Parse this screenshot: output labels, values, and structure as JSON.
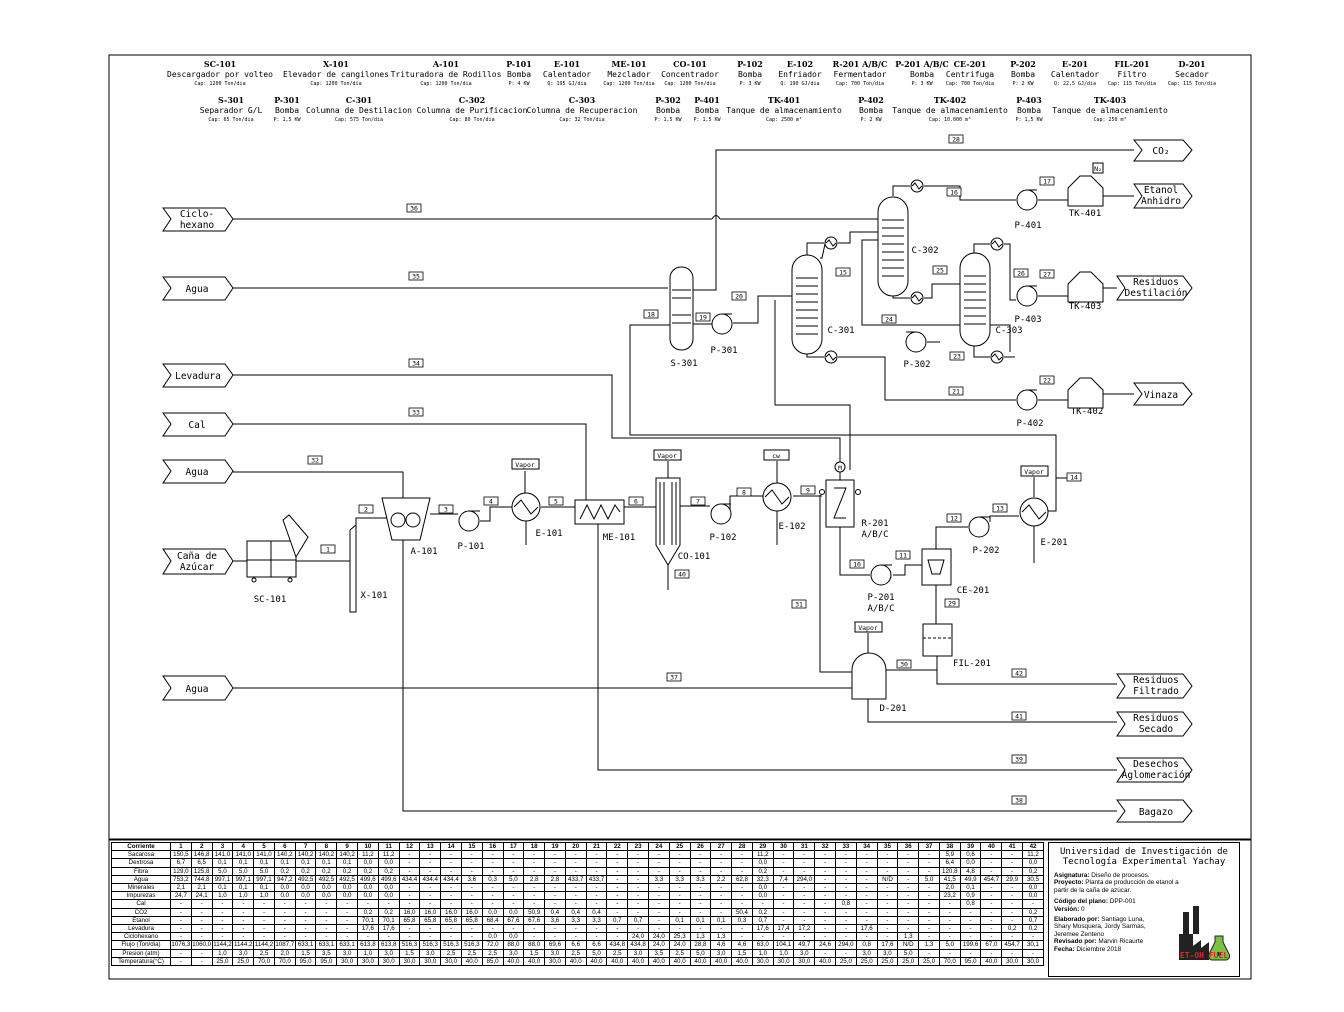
{
  "header": {
    "row1": [
      {
        "tag": "SC-101",
        "desc": "Descargador por volteo",
        "cap": "Cap: 1200 Ton/dia"
      },
      {
        "tag": "X-101",
        "desc": "Elevador de cangilones",
        "cap": "Cap: 1200 Ton/dia"
      },
      {
        "tag": "A-101",
        "desc": "Trituradora de Rodillos",
        "cap": "Cap: 1200 Ton/dia"
      },
      {
        "tag": "P-101",
        "desc": "Bomba",
        "cap": "P: 4 KW"
      },
      {
        "tag": "E-101",
        "desc": "Calentador",
        "cap": "Q: 195 GJ/dia"
      },
      {
        "tag": "ME-101",
        "desc": "Mezclador",
        "cap": "Cap: 1200 Ton/dia"
      },
      {
        "tag": "CO-101",
        "desc": "Concentrador",
        "cap": "Cap: 1200 Ton/dia"
      },
      {
        "tag": "P-102",
        "desc": "Bomba",
        "cap": "P: 3 KW"
      },
      {
        "tag": "E-102",
        "desc": "Enfriador",
        "cap": "Q: 190 GJ/dia"
      },
      {
        "tag": "R-201 A/B/C",
        "desc": "Fermentador",
        "cap": "Cap: 700 Ton/dia"
      },
      {
        "tag": "P-201 A/B/C",
        "desc": "Bomba",
        "cap": "P: 3 KW"
      },
      {
        "tag": "CE-201",
        "desc": "Centrifuga",
        "cap": "Cap: 700 Ton/dia"
      },
      {
        "tag": "P-202",
        "desc": "Bomba",
        "cap": "P: 2 KW"
      },
      {
        "tag": "E-201",
        "desc": "Calentador",
        "cap": "Q: 22,5 GJ/dia"
      },
      {
        "tag": "FIL-201",
        "desc": "Filtro",
        "cap": "Cap: 115 Ton/dia"
      },
      {
        "tag": "D-201",
        "desc": "Secador",
        "cap": "Cap: 115 Ton/dia"
      }
    ],
    "row2": [
      {
        "tag": "S-301",
        "desc": "Separador G/L",
        "cap": "Cap: 65 Ton/dia"
      },
      {
        "tag": "P-301",
        "desc": "Bomba",
        "cap": "P: 1,5 KW"
      },
      {
        "tag": "C-301",
        "desc": "Columna de Destilacion",
        "cap": "Cap: 575 Ton/dia"
      },
      {
        "tag": "C-302",
        "desc": "Columna de Purificacion",
        "cap": "Cap: 80 Ton/dia"
      },
      {
        "tag": "C-303",
        "desc": "Columna de Recuperacion",
        "cap": "Cap: 32 Ton/dia"
      },
      {
        "tag": "P-302",
        "desc": "Bomba",
        "cap": "P: 1,5 KW"
      },
      {
        "tag": "P-401",
        "desc": "Bomba",
        "cap": "P: 1,5 KW"
      },
      {
        "tag": "TK-401",
        "desc": "Tanque de almacenamiento",
        "cap": "Cap: 2500 m³"
      },
      {
        "tag": "P-402",
        "desc": "Bomba",
        "cap": "P: 2 KW"
      },
      {
        "tag": "TK-402",
        "desc": "Tanque de almacenamiento",
        "cap": "Cap: 10.000 m³"
      },
      {
        "tag": "P-403",
        "desc": "Bomba",
        "cap": "P: 1,5 KW"
      },
      {
        "tag": "TK-403",
        "desc": "Tanque de almacenamiento",
        "cap": "Cap: 250 m³"
      }
    ]
  },
  "inputs": {
    "ciclohexano_1": "Ciclo-",
    "ciclohexano_2": "hexano",
    "agua_top": "Agua",
    "levadura": "Levadura",
    "cal": "Cal",
    "agua_mid": "Agua",
    "cana_1": "Caña de",
    "cana_2": "Azúcar",
    "agua_bottom": "Agua"
  },
  "outputs": {
    "co2": "CO₂",
    "etanol_1": "Etanol",
    "etanol_2": "Anhidro",
    "residuos_dest_1": "Residuos",
    "residuos_dest_2": "Destilación",
    "vinaza": "Vinaza",
    "residuos_filt_1": "Residuos",
    "residuos_filt_2": "Filtrado",
    "residuos_sec_1": "Residuos",
    "residuos_sec_2": "Secado",
    "desechos_1": "Desechos",
    "desechos_2": "Aglomeración",
    "bagazo": "Bagazo"
  },
  "equipment_labels": {
    "sc101": "SC-101",
    "x101": "X-101",
    "a101": "A-101",
    "p101": "P-101",
    "e101": "E-101",
    "me101": "ME-101",
    "co101": "CO-101",
    "p102": "P-102",
    "e102": "E-102",
    "r201_1": "R-201",
    "r201_2": "A/B/C",
    "p201_1": "P-201",
    "p201_2": "A/B/C",
    "ce201": "CE-201",
    "p202": "P-202",
    "e201": "E-201",
    "fil201": "FIL-201",
    "d201": "D-201",
    "s301": "S-301",
    "p301": "P-301",
    "c301": "C-301",
    "c302": "C-302",
    "c303": "C-303",
    "p302": "P-302",
    "p401": "P-401",
    "tk401": "TK-401",
    "p402": "P-402",
    "tk402": "TK-402",
    "p403": "P-403",
    "tk403": "TK-403"
  },
  "utility_tags": {
    "vapor": "Vapor",
    "cw": "cw",
    "n2": "N₂",
    "motor": "M"
  },
  "streams": [
    "1",
    "2",
    "3",
    "4",
    "5",
    "6",
    "7",
    "8",
    "9",
    "10",
    "11",
    "12",
    "13",
    "14",
    "15",
    "16",
    "17",
    "18",
    "19",
    "20",
    "21",
    "22",
    "23",
    "24",
    "25",
    "26",
    "27",
    "28",
    "29",
    "30",
    "31",
    "32",
    "33",
    "34",
    "35",
    "36",
    "37",
    "38",
    "39",
    "40",
    "41",
    "42"
  ],
  "stream_table": {
    "header_label": "Corriente",
    "columns": [
      "1",
      "2",
      "3",
      "4",
      "5",
      "6",
      "7",
      "8",
      "9",
      "10",
      "11",
      "12",
      "13",
      "14",
      "15",
      "16",
      "17",
      "18",
      "19",
      "20",
      "21",
      "22",
      "23",
      "24",
      "25",
      "26",
      "27",
      "28",
      "29",
      "30",
      "31",
      "32",
      "33",
      "34",
      "35",
      "36",
      "37",
      "38",
      "39",
      "40",
      "41",
      "42"
    ],
    "rows": [
      {
        "label": "Sacarosa",
        "values": [
          "150,5",
          "146,8",
          "141,0",
          "141,0",
          "141,0",
          "140,2",
          "140,2",
          "140,2",
          "140,2",
          "11,2",
          "11,2",
          "-",
          "-",
          "-",
          "-",
          "-",
          "-",
          "-",
          "-",
          "-",
          "-",
          "-",
          "-",
          "-",
          "-",
          "-",
          "-",
          "-",
          "11,2",
          "-",
          "-",
          "-",
          "-",
          "-",
          "-",
          "-",
          "-",
          "5,9",
          "0,6",
          "-",
          "-",
          "11,2"
        ]
      },
      {
        "label": "Dextrosa",
        "values": [
          "6,7",
          "6,5",
          "0,1",
          "0,1",
          "0,1",
          "0,1",
          "0,1",
          "0,1",
          "0,1",
          "0,0",
          "0,0",
          "-",
          "-",
          "-",
          "-",
          "-",
          "-",
          "-",
          "-",
          "-",
          "-",
          "-",
          "-",
          "-",
          "-",
          "-",
          "-",
          "-",
          "0,0",
          "-",
          "-",
          "-",
          "-",
          "-",
          "-",
          "-",
          "-",
          "6,4",
          "0,0",
          "-",
          "-",
          "0,0"
        ]
      },
      {
        "label": "Fibra",
        "values": [
          "129,0",
          "125,8",
          "5,0",
          "5,0",
          "5,0",
          "0,2",
          "0,2",
          "0,2",
          "0,2",
          "0,2",
          "0,2",
          "-",
          "-",
          "-",
          "-",
          "-",
          "-",
          "-",
          "-",
          "-",
          "-",
          "-",
          "-",
          "-",
          "-",
          "-",
          "-",
          "-",
          "0,2",
          "-",
          "-",
          "-",
          "-",
          "-",
          "-",
          "-",
          "-",
          "120,8",
          "4,8",
          "-",
          "-",
          "0,2"
        ]
      },
      {
        "label": "Agua",
        "values": [
          "753,2",
          "744,8",
          "997,1",
          "997,1",
          "997,1",
          "947,2",
          "492,5",
          "492,5",
          "492,5",
          "499,6",
          "499,6",
          "434,4",
          "434,4",
          "434,4",
          "3,6",
          "0,3",
          "5,0",
          "2,8",
          "2,8",
          "433,7",
          "433,7",
          "-",
          "-",
          "3,3",
          "3,3",
          "3,3",
          "2,2",
          "62,8",
          "32,3",
          "7,4",
          "294,0",
          "-",
          "-",
          "-",
          "N/D",
          "-",
          "5,0",
          "41,5",
          "49,9",
          "454,7",
          "29,9",
          "30,5"
        ]
      },
      {
        "label": "Minerales",
        "values": [
          "2,1",
          "2,1",
          "0,1",
          "0,1",
          "0,1",
          "0,0",
          "0,0",
          "0,0",
          "0,0",
          "0,0",
          "0,0",
          "-",
          "-",
          "-",
          "-",
          "-",
          "-",
          "-",
          "-",
          "-",
          "-",
          "-",
          "-",
          "-",
          "-",
          "-",
          "-",
          "-",
          "0,0",
          "-",
          "-",
          "-",
          "-",
          "-",
          "-",
          "-",
          "-",
          "2,0",
          "0,1",
          "-",
          "-",
          "0,0"
        ]
      },
      {
        "label": "Impurezas",
        "values": [
          "24,7",
          "24,1",
          "1,0",
          "1,0",
          "1,0",
          "0,0",
          "0,0",
          "0,0",
          "0,0",
          "0,0",
          "0,0",
          "-",
          "-",
          "-",
          "-",
          "-",
          "-",
          "-",
          "-",
          "-",
          "-",
          "-",
          "-",
          "-",
          "-",
          "-",
          "-",
          "-",
          "0,0",
          "-",
          "-",
          "-",
          "-",
          "-",
          "-",
          "-",
          "-",
          "23,2",
          "0,9",
          "-",
          "-",
          "0,0"
        ]
      },
      {
        "label": "Cal",
        "values": [
          "-",
          "-",
          "-",
          "-",
          "-",
          "-",
          "-",
          "-",
          "-",
          "-",
          "-",
          "-",
          "-",
          "-",
          "-",
          "-",
          "-",
          "-",
          "-",
          "-",
          "-",
          "-",
          "-",
          "-",
          "-",
          "-",
          "-",
          "-",
          "-",
          "-",
          "-",
          "-",
          "0,8",
          "-",
          "-",
          "-",
          "-",
          "-",
          "0,8",
          "-",
          "-",
          "-"
        ]
      },
      {
        "label": "CO2",
        "values": [
          "-",
          "-",
          "-",
          "-",
          "-",
          "-",
          "-",
          "-",
          "-",
          "0,2",
          "0,2",
          "16,0",
          "16,0",
          "16,0",
          "16,0",
          "0,0",
          "0,0",
          "50,9",
          "0,4",
          "0,4",
          "0,4",
          "-",
          "-",
          "-",
          "-",
          "-",
          "-",
          "50,4",
          "0,2",
          "-",
          "-",
          "-",
          "-",
          "-",
          "-",
          "-",
          "-",
          "-",
          "-",
          "-",
          "-",
          "0,2"
        ]
      },
      {
        "label": "Etanol",
        "values": [
          "-",
          "-",
          "-",
          "-",
          "-",
          "-",
          "-",
          "-",
          "-",
          "70,1",
          "70,1",
          "65,8",
          "65,8",
          "65,8",
          "65,8",
          "68,4",
          "67,6",
          "67,6",
          "3,6",
          "3,3",
          "3,3",
          "0,7",
          "0,7",
          "-",
          "0,1",
          "0,1",
          "0,1",
          "0,3",
          "0,7",
          "-",
          "-",
          "-",
          "-",
          "-",
          "-",
          "-",
          "-",
          "-",
          "-",
          "-",
          "-",
          "0,7"
        ]
      },
      {
        "label": "Levadura",
        "values": [
          "-",
          "-",
          "-",
          "-",
          "-",
          "-",
          "-",
          "-",
          "-",
          "17,6",
          "17,6",
          "-",
          "-",
          "-",
          "-",
          "-",
          "-",
          "-",
          "-",
          "-",
          "-",
          "-",
          "-",
          "-",
          "-",
          "-",
          "-",
          "-",
          "17,6",
          "17,4",
          "17,2",
          "-",
          "-",
          "17,6",
          "-",
          "-",
          "-",
          "-",
          "-",
          "-",
          "0,2",
          "0,2"
        ]
      },
      {
        "label": "Ciclohexano",
        "values": [
          "-",
          "-",
          "-",
          "-",
          "-",
          "-",
          "-",
          "-",
          "-",
          "-",
          "-",
          "-",
          "-",
          "-",
          "-",
          "0,0",
          "0,0",
          "-",
          "-",
          "-",
          "-",
          "-",
          "24,0",
          "24,0",
          "25,3",
          "1,3",
          "1,3",
          "-",
          "-",
          "-",
          "-",
          "-",
          "-",
          "-",
          "-",
          "1,3",
          "-",
          "-",
          "-",
          "-",
          "-",
          "-"
        ]
      },
      {
        "label": "Flujo (Ton/dia)",
        "values": [
          "1076,3",
          "1060,0",
          "1144,2",
          "1144,2",
          "1144,2",
          "1087,7",
          "633,1",
          "633,1",
          "633,1",
          "613,8",
          "613,8",
          "516,3",
          "516,3",
          "516,3",
          "516,3",
          "72,0",
          "88,0",
          "88,0",
          "69,6",
          "6,6",
          "6,6",
          "434,8",
          "434,8",
          "24,0",
          "24,0",
          "28,8",
          "4,6",
          "4,6",
          "63,0",
          "104,1",
          "49,7",
          "24,6",
          "294,0",
          "0,8",
          "17,6",
          "N/D",
          "1,3",
          "5,0",
          "199,6",
          "67,0",
          "454,7",
          "30,1"
        ]
      },
      {
        "label": "Presion (atm)",
        "values": [
          "-",
          "-",
          "1,0",
          "3,0",
          "2,5",
          "2,0",
          "1,5",
          "3,5",
          "3,0",
          "1,0",
          "3,0",
          "1,5",
          "3,0",
          "2,5",
          "2,5",
          "2,5",
          "3,0",
          "1,5",
          "3,0",
          "2,5",
          "5,0",
          "2,5",
          "3,0",
          "3,5",
          "2,5",
          "5,0",
          "3,0",
          "1,5",
          "1,0",
          "1,0",
          "3,0",
          "-",
          "-",
          "3,0",
          "3,0",
          "5,0",
          "-",
          "-",
          "-",
          "-",
          "-",
          "-"
        ]
      },
      {
        "label": "Temperatura(°C)",
        "values": [
          "-",
          "-",
          "25,0",
          "25,0",
          "70,0",
          "70,0",
          "95,0",
          "95,0",
          "30,0",
          "30,0",
          "30,0",
          "30,0",
          "30,0",
          "30,0",
          "40,0",
          "85,0",
          "40,0",
          "40,0",
          "30,0",
          "40,0",
          "40,0",
          "40,0",
          "40,0",
          "40,0",
          "40,0",
          "40,0",
          "40,0",
          "40,0",
          "30,0",
          "30,0",
          "30,0",
          "40,0",
          "25,0",
          "25,0",
          "25,0",
          "25,0",
          "25,0",
          "70,0",
          "95,0",
          "40,0",
          "30,0",
          "30,0"
        ]
      }
    ]
  },
  "title_block": {
    "university_1": "Universidad de Investigación de",
    "university_2": "Tecnología Experimental Yachay",
    "asignatura_label": "Asignatura:",
    "asignatura": "Diseño de procesos.",
    "proyecto_label": "Proyecto:",
    "proyecto_1": "Planta de producción de etanol a",
    "proyecto_2": "partir de la caña de azúcar.",
    "codigo_label": "Código del plano:",
    "codigo": "DPP-001",
    "version_label": "Versión:",
    "version": "0",
    "elaborado_label": "Elaborado por:",
    "elaborado_1": "Santiago Luna,",
    "elaborado_2": "Shary Mosquera, Jordy Sarmas,",
    "elaborado_3": "Jeremee Zenteno",
    "revisado_label": "Revisado por:",
    "revisado": "Marvin Ricaurte",
    "fecha_label": "Fecha:",
    "fecha": "Diciembre 2018",
    "logo_text": "ET-OH FUEL"
  },
  "colors": {
    "line": "#000000",
    "logo_red": "#d9272e",
    "logo_green": "#7ac143",
    "logo_dark": "#222222"
  }
}
